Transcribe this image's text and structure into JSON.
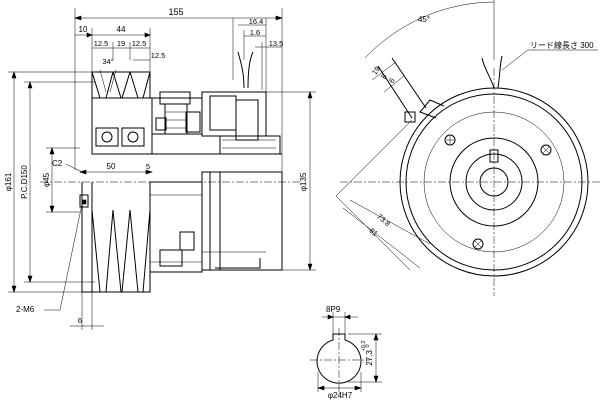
{
  "title": "Electromagnetic clutch with V-belt pulley — dimensional drawing",
  "side_view": {
    "dims": {
      "overall_width": "155",
      "top_left_10": "10",
      "top_44": "44",
      "groove_12_5_a": "12.5",
      "groove_19": "19",
      "groove_12_5_b": "12.5",
      "groove_12_5_c": "12.5",
      "groove_angle": "34°",
      "lead_16_4": "16.4",
      "lead_1_6": "1.6",
      "lead_13_5": "13.5",
      "chamfer": "C2",
      "hub_50": "50",
      "hub_5": "5",
      "bore_dia": "φ45",
      "pcd": "P.C.D150",
      "outer_dia": "φ161",
      "body_dia": "φ135",
      "tap_holes": "2-M6",
      "bottom_6": "6"
    }
  },
  "front_view": {
    "dims": {
      "angle_45": "45°",
      "lead_length": "リード線長さ 300",
      "lead_19": "19",
      "lead_8": "8",
      "lead_6": "6",
      "radius_73_8": "73.8",
      "radius_81": "81"
    }
  },
  "keyway_detail": {
    "dims": {
      "key_width": "8P9",
      "key_depth": "27.3",
      "key_depth_tol_plus": "+0.2",
      "key_depth_tol_minus": "0",
      "bore": "φ24H7"
    }
  }
}
